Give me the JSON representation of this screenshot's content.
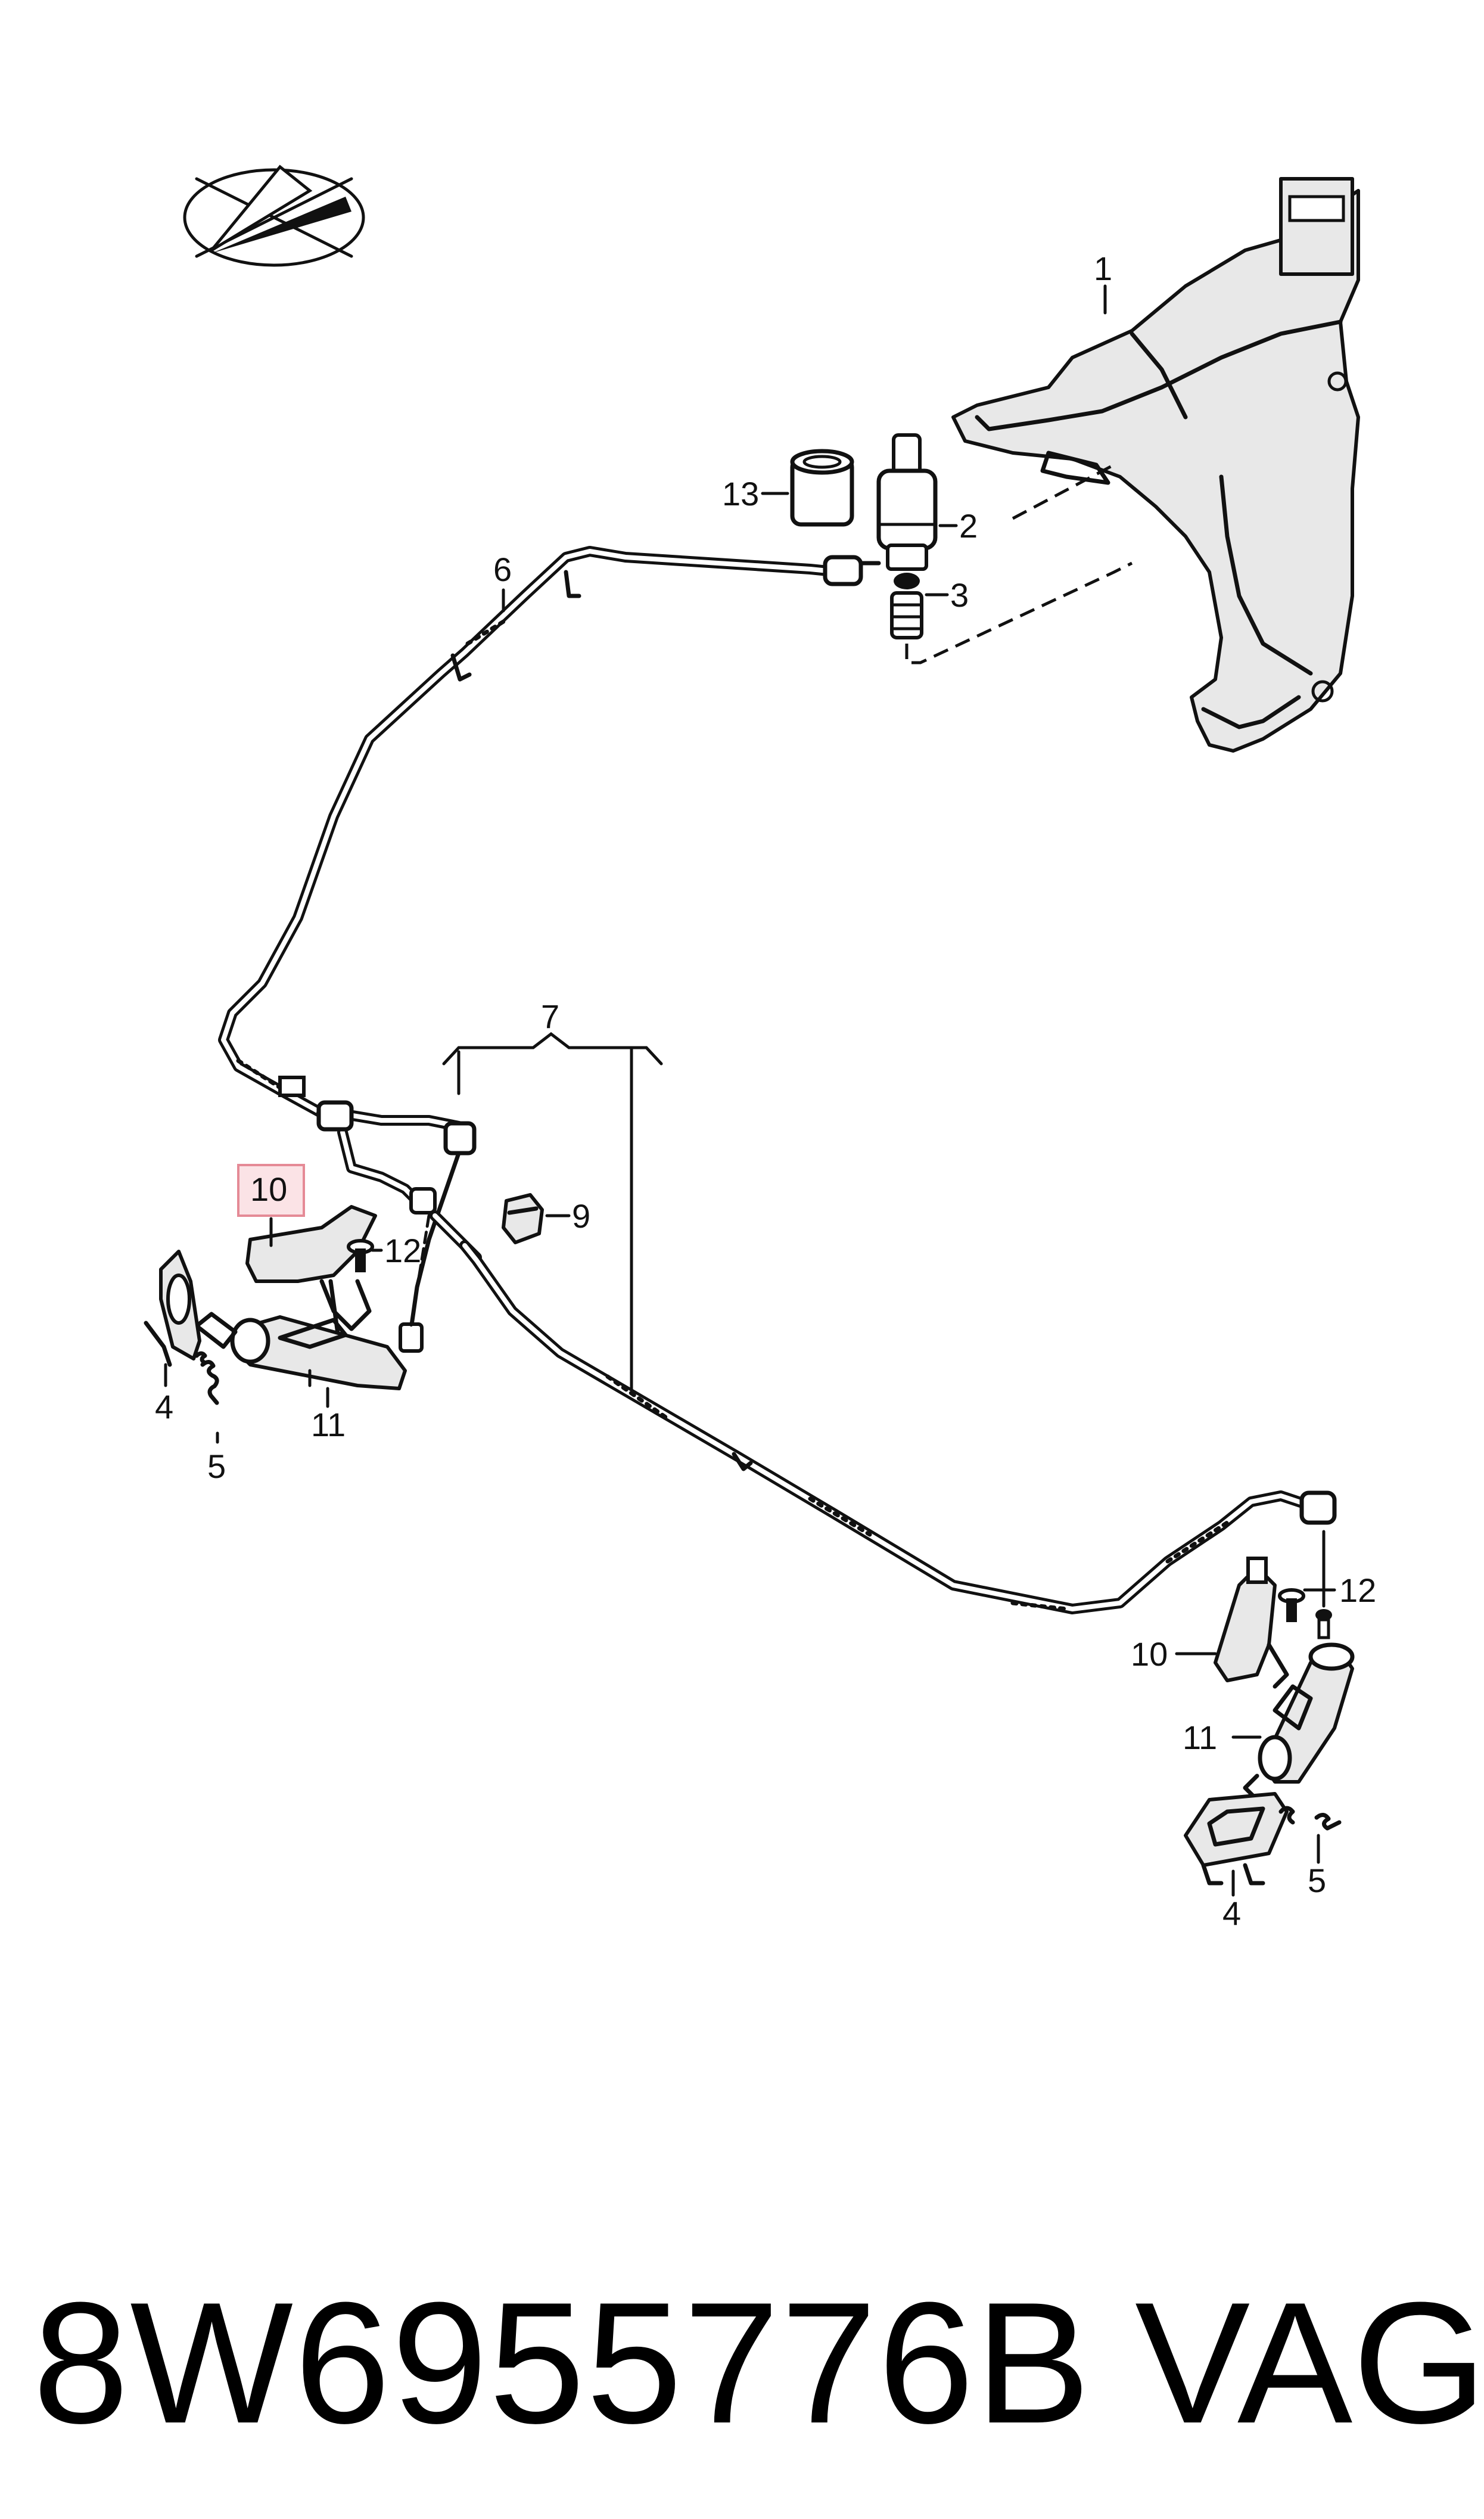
{
  "diagram": {
    "callouts": {
      "c1": "1",
      "c2": "2",
      "c3": "3",
      "c4_left": "4",
      "c4_right": "4",
      "c5_left": "5",
      "c5_right": "5",
      "c6": "6",
      "c7": "7",
      "c9": "9",
      "c10_left": "10",
      "c10_right": "10",
      "c11_left": "11",
      "c11_right": "11",
      "c12_left": "12",
      "c12_right": "12",
      "c13": "13"
    },
    "highlighted_callout": "10",
    "highlight_color": "#fbe3e6"
  },
  "caption": {
    "part_number": "8W6955776B",
    "brand": "VAG"
  }
}
